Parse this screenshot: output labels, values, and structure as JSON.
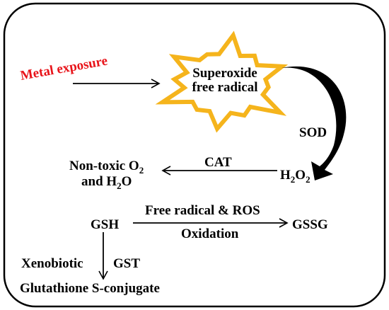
{
  "metal_exposure": "Metal exposure",
  "superoxide": {
    "line1": "Superoxide",
    "line2": "free radical"
  },
  "sod": "SOD",
  "h2o2": {
    "base": "H",
    "sub1": "2",
    "mid": "O",
    "sub2": "2"
  },
  "cat": "CAT",
  "nontoxic": {
    "line1": "Non-toxic O",
    "line1_sub": "2",
    "line2a": "and H",
    "line2_sub": "2",
    "line2b": "O"
  },
  "gsh": "GSH",
  "gssg": "GSSG",
  "free_radical_ros": "Free radical & ROS",
  "oxidation": "Oxidation",
  "xenobiotic": "Xenobiotic",
  "gst": "GST",
  "conjugate": "Glutathione S-conjugate",
  "colors": {
    "metal_exposure": "#e8141a",
    "star_fill": "#ffffff",
    "star_stroke": "#f5b41c",
    "text": "#000000",
    "frame": "#000000"
  }
}
